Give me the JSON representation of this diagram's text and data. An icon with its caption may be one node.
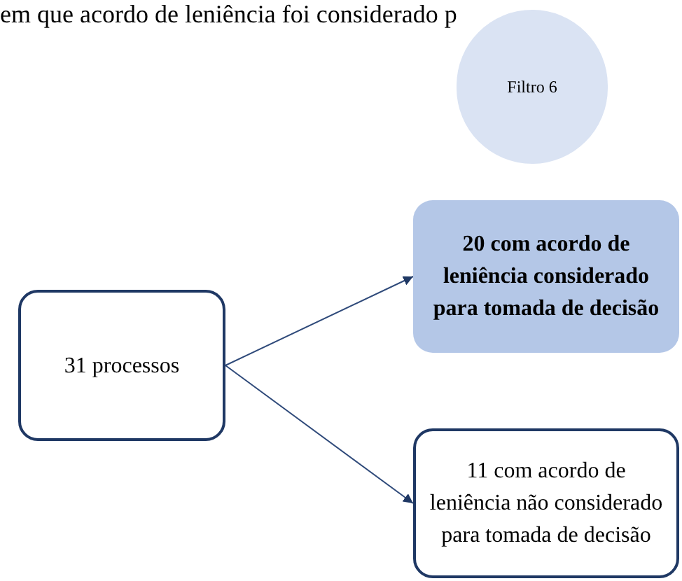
{
  "diagram": {
    "nodes": [
      {
        "text": [
          "31 processos"
        ]
      },
      {
        "text": [
          "20 com acordo de leniência considerado para tomada de decisão"
        ]
      },
      {
        "text": [
          "11 com acordo de leniência não considerado para tomada de decisão"
        ]
      },
      {
        "text": [
          "Filtro 6"
        ]
      }
    ],
    "edges": [
      {
        "from": 0,
        "to": 1,
        "arrow": "to"
      },
      {
        "from": 0,
        "to": 2,
        "arrow": "to"
      }
    ],
    "labels": [
      "em que acordo de leniência foi considerado p"
    ]
  }
}
